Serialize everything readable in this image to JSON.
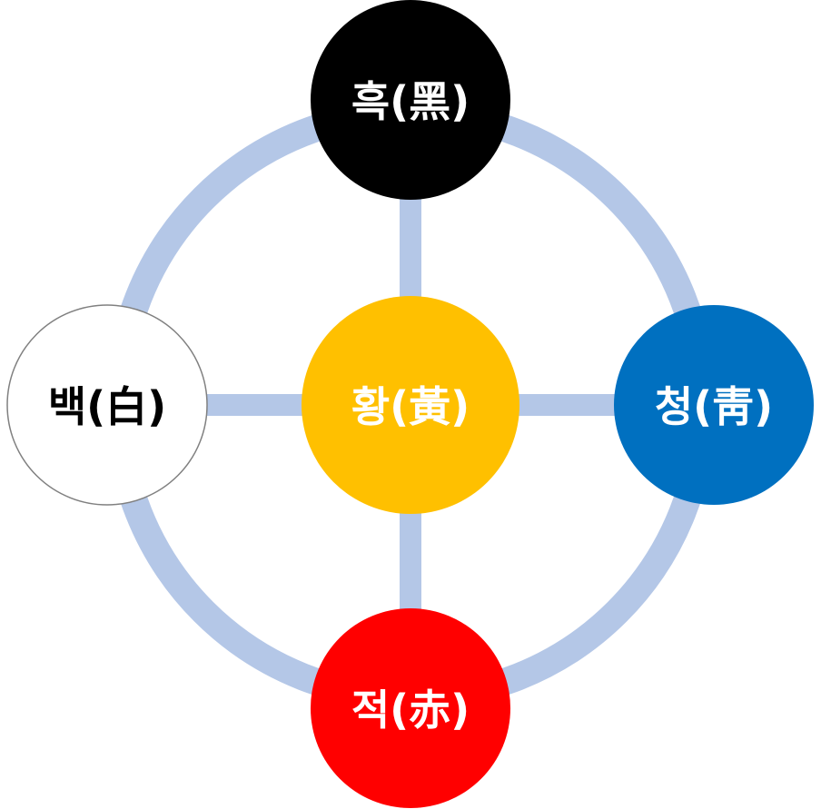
{
  "colors": {
    "connector": "#b4c7e7",
    "node_outline_white": "#808080"
  },
  "nodes": {
    "center": {
      "label": "황(黃)",
      "fill": "#ffc000",
      "text_color": "#ffffff"
    },
    "top": {
      "label": "흑(黑)",
      "fill": "#000000",
      "text_color": "#ffffff"
    },
    "right": {
      "label": "청(靑)",
      "fill": "#0070c0",
      "text_color": "#ffffff"
    },
    "bottom": {
      "label": "적(赤)",
      "fill": "#ff0000",
      "text_color": "#ffffff"
    },
    "left": {
      "label": "백(白)",
      "fill": "#ffffff",
      "text_color": "#000000"
    }
  }
}
